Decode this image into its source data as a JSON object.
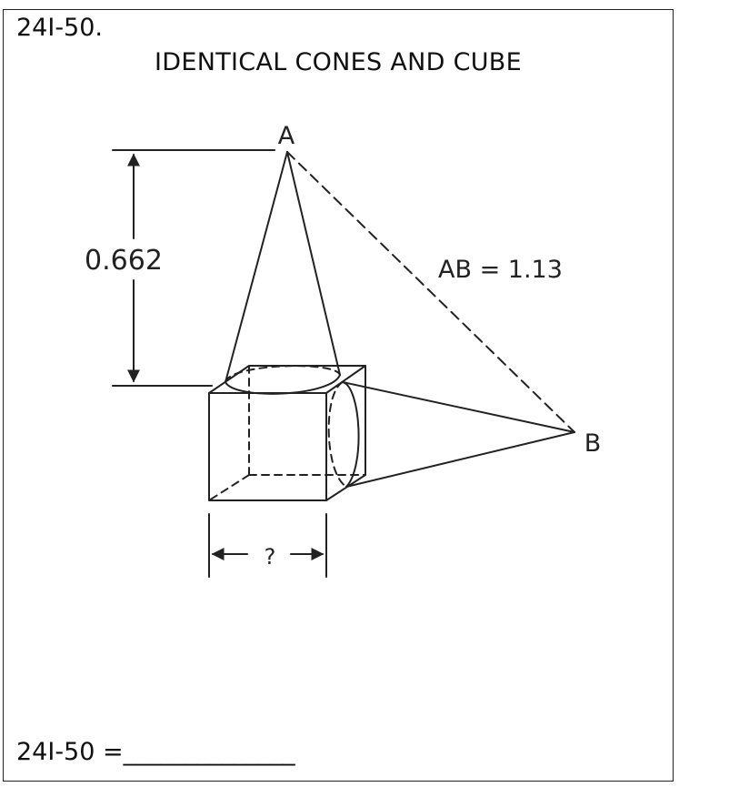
{
  "problem": {
    "id": "24I-50.",
    "title": "IDENTICAL CONES AND CUBE",
    "answer_prompt": "24I-50 =",
    "answer_blank": "______________"
  },
  "diagram": {
    "height_label": "0.662",
    "ab_label": "AB = 1.13",
    "point_a": "A",
    "point_b": "B",
    "unknown_label": "?"
  }
}
